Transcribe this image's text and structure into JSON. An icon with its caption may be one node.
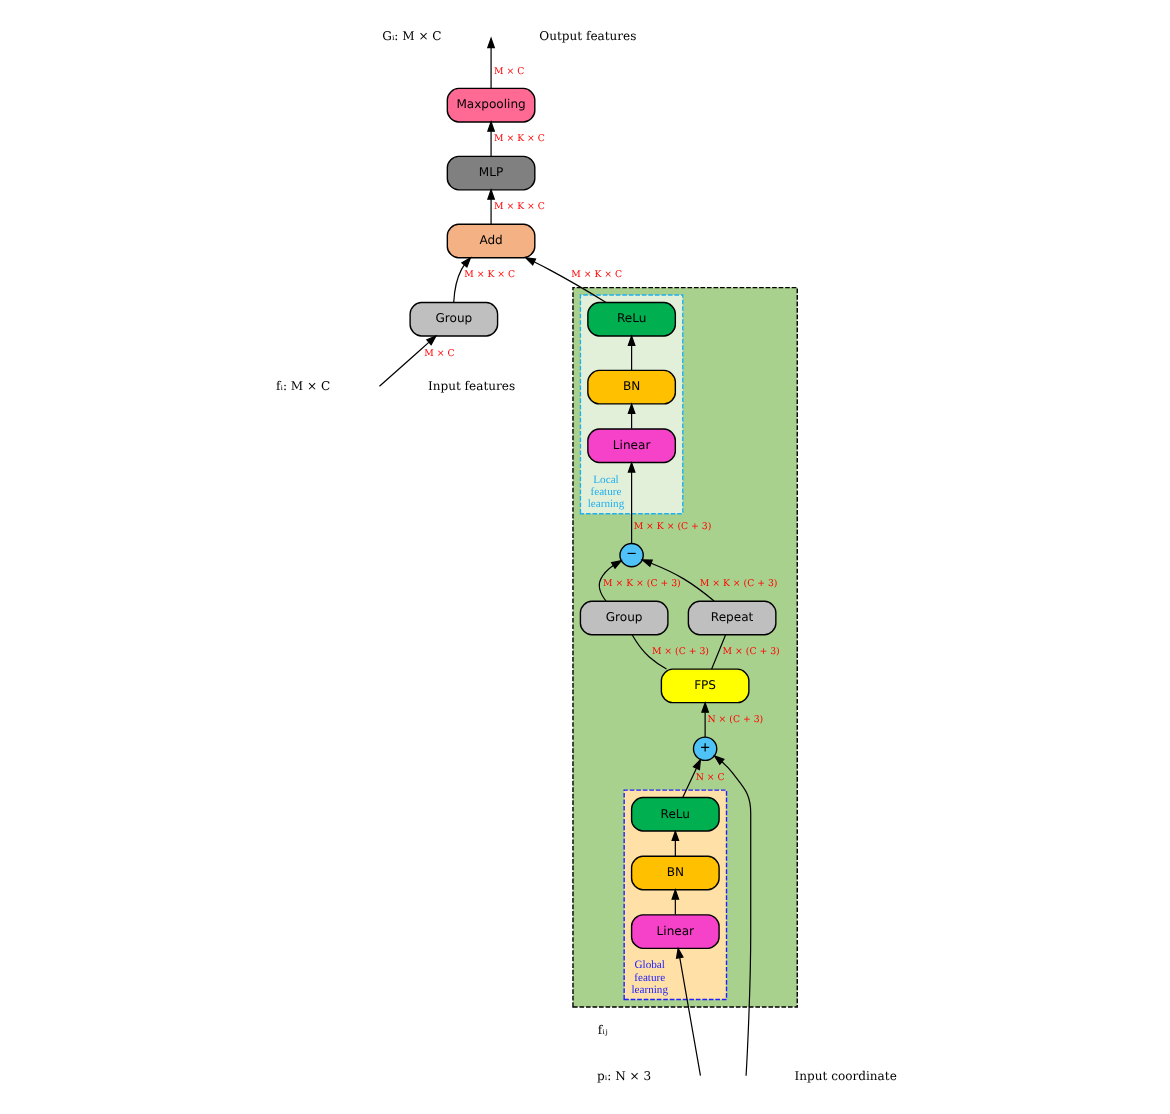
{
  "diagram": {
    "nodes": [
      {
        "text": [],
        "shape": "box"
      },
      {
        "text": [
          "Global feature learning"
        ],
        "in": 0
      },
      {
        "text": [
          "Linear"
        ],
        "in": 1
      },
      {
        "text": [
          "BN"
        ],
        "in": 1
      },
      {
        "text": [
          "ReLu"
        ],
        "in": 1
      },
      {
        "text": [
          "Local feature learning"
        ],
        "in": 0
      },
      {
        "text": [
          "Linear"
        ],
        "in": 5
      },
      {
        "text": [
          "BN"
        ],
        "in": 5
      },
      {
        "text": [
          "ReLu"
        ],
        "in": 5
      },
      {
        "text": [
          "+"
        ],
        "in": 0
      },
      {
        "text": [
          "−"
        ],
        "in": 0
      },
      {
        "text": [
          "Group"
        ],
        "in": 0
      },
      {
        "text": [
          "Repeat"
        ],
        "in": 0
      },
      {
        "text": [
          "FPS"
        ],
        "in": 0
      },
      {
        "text": [
          "Maxpooling"
        ]
      },
      {
        "text": [
          "MLP"
        ]
      },
      {
        "text": [
          "Add"
        ]
      },
      {
        "text": [
          "Group"
        ]
      }
    ],
    "edges": [
      {
        "from": null,
        "to": 2,
        "arrow": "to"
      },
      {
        "from": null,
        "to": 9,
        "arrow": "to"
      },
      {
        "from": 2,
        "to": 3,
        "arrow": "to"
      },
      {
        "from": 3,
        "to": 4,
        "arrow": "to"
      },
      {
        "from": 4,
        "to": 9,
        "arrow": "to",
        "label": "N × C"
      },
      {
        "from": 9,
        "to": 13,
        "arrow": "to",
        "label": "N × (C + 3)"
      },
      {
        "from": 13,
        "to": 11,
        "arrow": "none",
        "label": "M × (C + 3)"
      },
      {
        "from": 13,
        "to": 12,
        "arrow": "none",
        "label": "M × (C + 3)"
      },
      {
        "from": 11,
        "to": 10,
        "arrow": "to",
        "label": "M × K × (C + 3)"
      },
      {
        "from": 12,
        "to": 10,
        "arrow": "to",
        "label": "M × K × (C + 3)"
      },
      {
        "from": 10,
        "to": 6,
        "arrow": "to",
        "label": "M × K × (C + 3)"
      },
      {
        "from": 6,
        "to": 7,
        "arrow": "to"
      },
      {
        "from": 7,
        "to": 8,
        "arrow": "to"
      },
      {
        "from": 8,
        "to": 16,
        "arrow": "to",
        "label": "M × K × C"
      },
      {
        "from": null,
        "to": 17,
        "arrow": "to",
        "label": "M × C"
      },
      {
        "from": 17,
        "to": 16,
        "arrow": "to",
        "label": "M × K × C"
      },
      {
        "from": 16,
        "to": 15,
        "arrow": "to",
        "label": "M × K × C"
      },
      {
        "from": 15,
        "to": 14,
        "arrow": "to",
        "label": "M × K × C"
      },
      {
        "from": 14,
        "to": null,
        "arrow": "to",
        "label": "M × C"
      }
    ],
    "labels": [
      "Gᵢ: M × C",
      "Output features",
      "pᵢ: N × 3",
      "Input coordinate",
      "fᵢⱼ",
      "fᵢ: M × C",
      "Input features"
    ]
  }
}
